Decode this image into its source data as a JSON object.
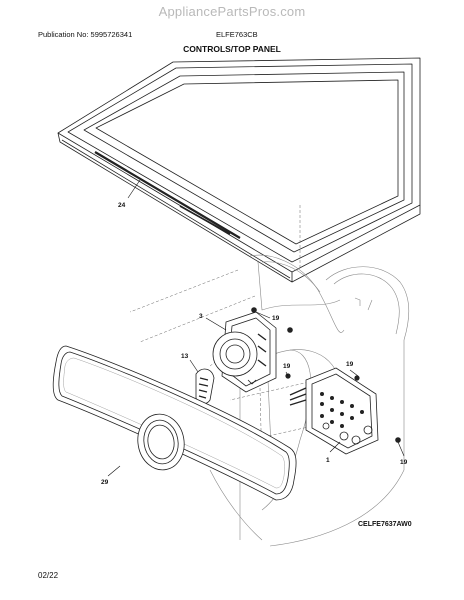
{
  "header": {
    "watermark": "AppliancePartsPros.com",
    "publication": "Publication No: 5995726341",
    "model": "ELFE763CB",
    "title": "CONTROLS/TOP PANEL"
  },
  "diagram": {
    "callouts": [
      {
        "id": "24",
        "label": "24"
      },
      {
        "id": "3",
        "label": "3"
      },
      {
        "id": "19a",
        "label": "19"
      },
      {
        "id": "13",
        "label": "13"
      },
      {
        "id": "19b",
        "label": "19"
      },
      {
        "id": "19c",
        "label": "19"
      },
      {
        "id": "1",
        "label": "1"
      },
      {
        "id": "19d",
        "label": "19"
      },
      {
        "id": "29",
        "label": "29"
      }
    ],
    "drawing_code": "CELFE7637AW0"
  },
  "footer": {
    "page": "02/22"
  }
}
